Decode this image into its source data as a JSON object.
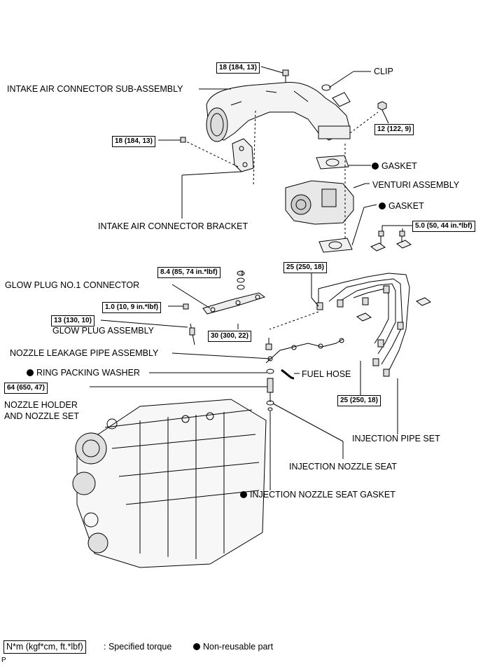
{
  "labels": {
    "clip": "CLIP",
    "intake_air_connector_sub_assembly": "INTAKE AIR CONNECTOR SUB-ASSEMBLY",
    "gasket_upper": "GASKET",
    "venturi_assembly": "VENTURI ASSEMBLY",
    "gasket_lower": "GASKET",
    "intake_air_connector_bracket": "INTAKE AIR CONNECTOR BRACKET",
    "glow_plug_no1_connector": "GLOW PLUG NO.1 CONNECTOR",
    "glow_plug_assembly": "GLOW PLUG ASSEMBLY",
    "nozzle_leakage_pipe_assembly": "NOZZLE LEAKAGE PIPE ASSEMBLY",
    "ring_packing_washer": "RING PACKING WASHER",
    "fuel_hose": "FUEL HOSE",
    "nozzle_holder_line1": "NOZZLE HOLDER",
    "nozzle_holder_line2": "AND NOZZLE SET",
    "injection_pipe_set": "INJECTION PIPE SET",
    "injection_nozzle_seat": "INJECTION NOZZLE SEAT",
    "injection_nozzle_seat_gasket": "INJECTION NOZZLE SEAT GASKET"
  },
  "torques": {
    "t18_top": "18 (184, 13)",
    "t12": "12 (122, 9)",
    "t18_bracket": "18 (184, 13)",
    "t5": "5.0 (50, 44 in.*lbf)",
    "t25_top": "25 (250, 18)",
    "t84": "8.4 (85, 74 in.*lbf)",
    "t10": "1.0 (10, 9 in.*lbf)",
    "t13": "13 (130, 10)",
    "t30": "30 (300, 22)",
    "t64": "64 (650, 47)",
    "t25_bottom": "25 (250, 18)"
  },
  "legend": {
    "torque_box": "N*m (kgf*cm, ft.*lbf)",
    "torque_text": ": Specified torque",
    "nonreusable_text": "Non-reusable part"
  },
  "corner_letter": "P"
}
